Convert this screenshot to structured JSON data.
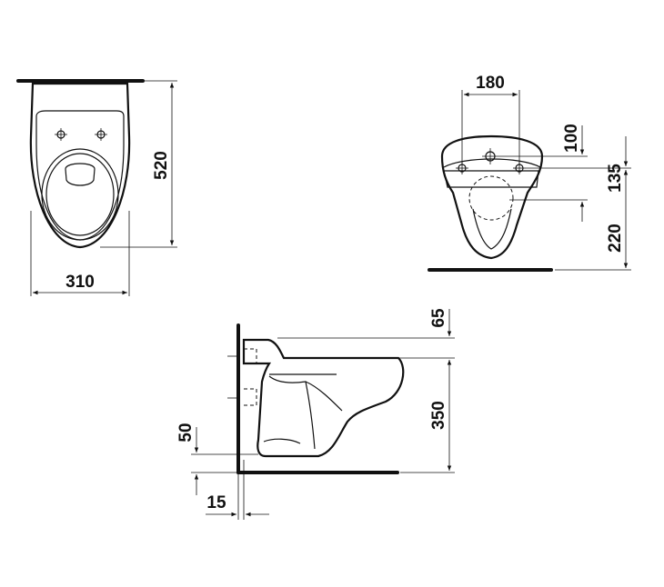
{
  "dimensions": {
    "top_view_width": "310",
    "top_view_length": "520",
    "rear_view_hole_spacing": "180",
    "rear_view_upper_offset": "100",
    "rear_view_lower_offset": "135",
    "rear_view_height_above_floor": "220",
    "side_view_top_offset": "65",
    "side_view_height": "350",
    "side_view_base_offset": "50",
    "side_view_wall_gap": "15"
  }
}
